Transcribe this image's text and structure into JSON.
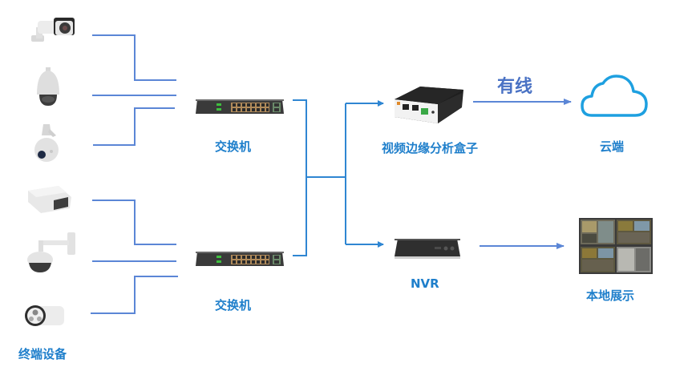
{
  "title": "视频边缘分析盒子 组网示意图",
  "colors": {
    "connector_line": "#5b86d6",
    "bracket_line": "#2f86d2",
    "label_text": "#1f7fcb",
    "wired_text": "#4a72c4",
    "cloud_stroke": "#1ea0e0"
  },
  "labels": {
    "terminal_devices": "终端设备",
    "switch_top": "交换机",
    "switch_bottom": "交换机",
    "edge_box": "视频边缘分析盒子",
    "nvr": "NVR",
    "cloud": "云端",
    "local_display": "本地展示",
    "wired_link": "有线"
  },
  "nodes": {
    "cameras": [
      {
        "type": "bullet-camera"
      },
      {
        "type": "dome-ptz-camera"
      },
      {
        "type": "speed-dome-camera"
      },
      {
        "type": "housing-box-camera"
      },
      {
        "type": "wall-mount-dome-camera"
      },
      {
        "type": "ir-bullet-camera"
      }
    ],
    "switches": [
      {
        "ports": 16,
        "uplinks": 2
      },
      {
        "ports": 16,
        "uplinks": 2
      }
    ],
    "monitor_wall": {
      "screens": 4
    }
  }
}
